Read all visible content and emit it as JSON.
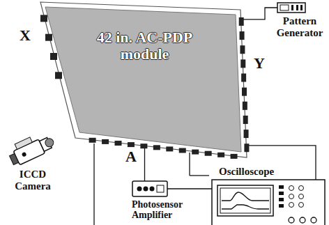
{
  "diagram": {
    "nodes": [
      {
        "text": [
          "42 in. AC-PDP module"
        ]
      },
      {
        "text": [
          "Pattern Generator"
        ]
      },
      {
        "text": [
          "ICCD Camera"
        ]
      },
      {
        "text": [
          "Photosensor Amplifier"
        ]
      },
      {
        "text": [
          "Oscilloscope"
        ]
      }
    ],
    "edges": [
      {
        "from": 0,
        "to": 1,
        "arrow": "none"
      },
      {
        "from": 0,
        "to": 3,
        "arrow": "none"
      },
      {
        "from": 3,
        "to": 4,
        "arrow": "none"
      },
      {
        "from": 0,
        "to": 4,
        "arrow": "none"
      }
    ],
    "labels": [
      "X",
      "Y",
      "A"
    ]
  }
}
